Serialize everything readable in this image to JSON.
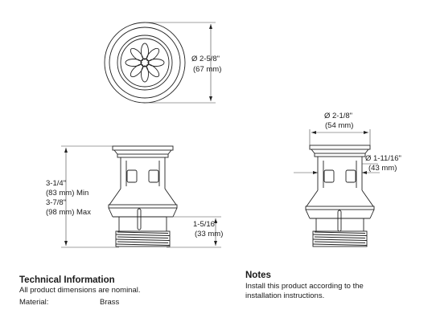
{
  "dimensions": {
    "top_diameter": {
      "imperial": "Ø 2-5/8\"",
      "metric": "(67 mm)"
    },
    "height": {
      "imperial": "3-1/4\"",
      "min": "(83 mm) Min",
      "alt": "3-7/8\"",
      "max": "(98 mm) Max"
    },
    "thread": {
      "imperial": "1-5/16\"",
      "metric": "(33 mm)"
    },
    "cap_diameter": {
      "imperial": "Ø 2-1/8\"",
      "metric": "(54 mm)"
    },
    "body_diameter": {
      "imperial": "Ø 1-11/16\"",
      "metric": "(43 mm)"
    }
  },
  "technical": {
    "heading": "Technical Information",
    "note": "All product dimensions are nominal.",
    "material_label": "Material:",
    "material_value": "Brass"
  },
  "notes": {
    "heading": "Notes",
    "line1": "Install this product according to the",
    "line2": "installation instructions."
  }
}
